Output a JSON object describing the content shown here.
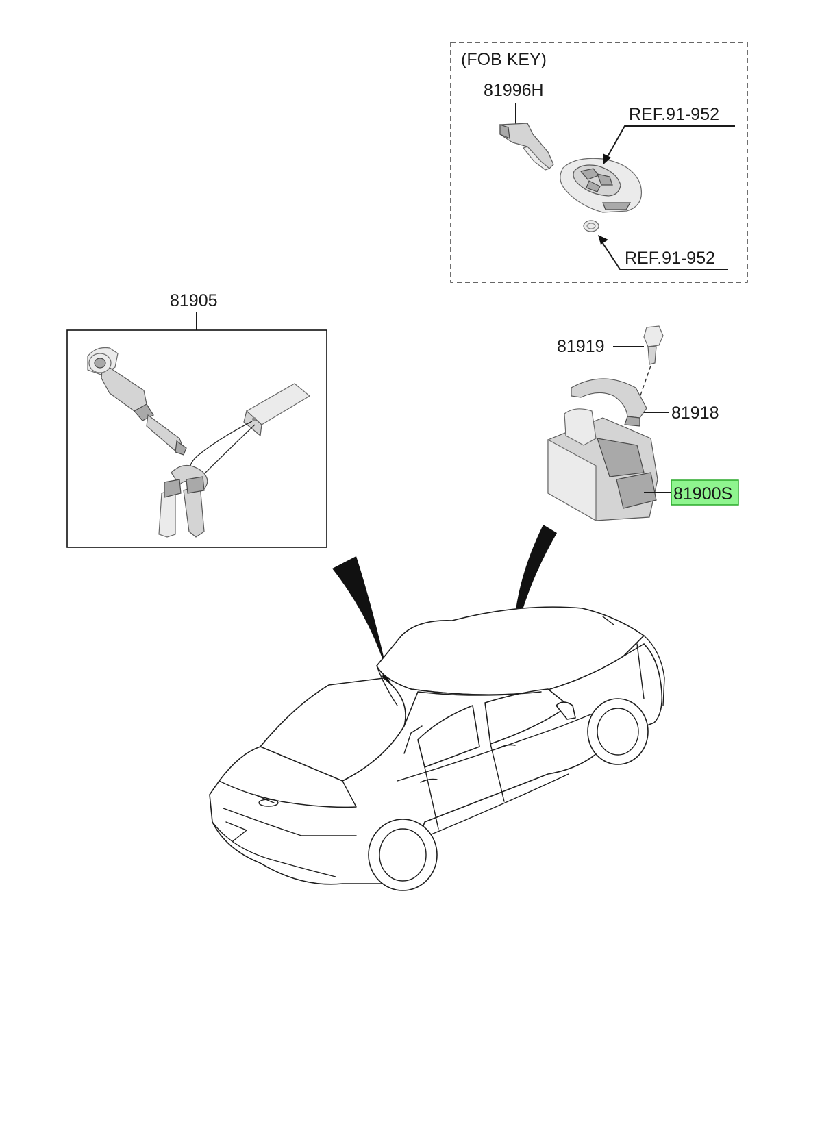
{
  "fob_key_group": {
    "title": "(FOB KEY)",
    "part_blade": "81996H",
    "ref_fob": "REF.91-952",
    "ref_battery": "REF.91-952"
  },
  "lock_set": {
    "part_number": "81905"
  },
  "immobilizer": {
    "bolt": "81919",
    "bracket": "81918",
    "module": "81900S"
  },
  "colors": {
    "highlight_fill": "#8ff58f",
    "highlight_border": "#2aa82a"
  }
}
